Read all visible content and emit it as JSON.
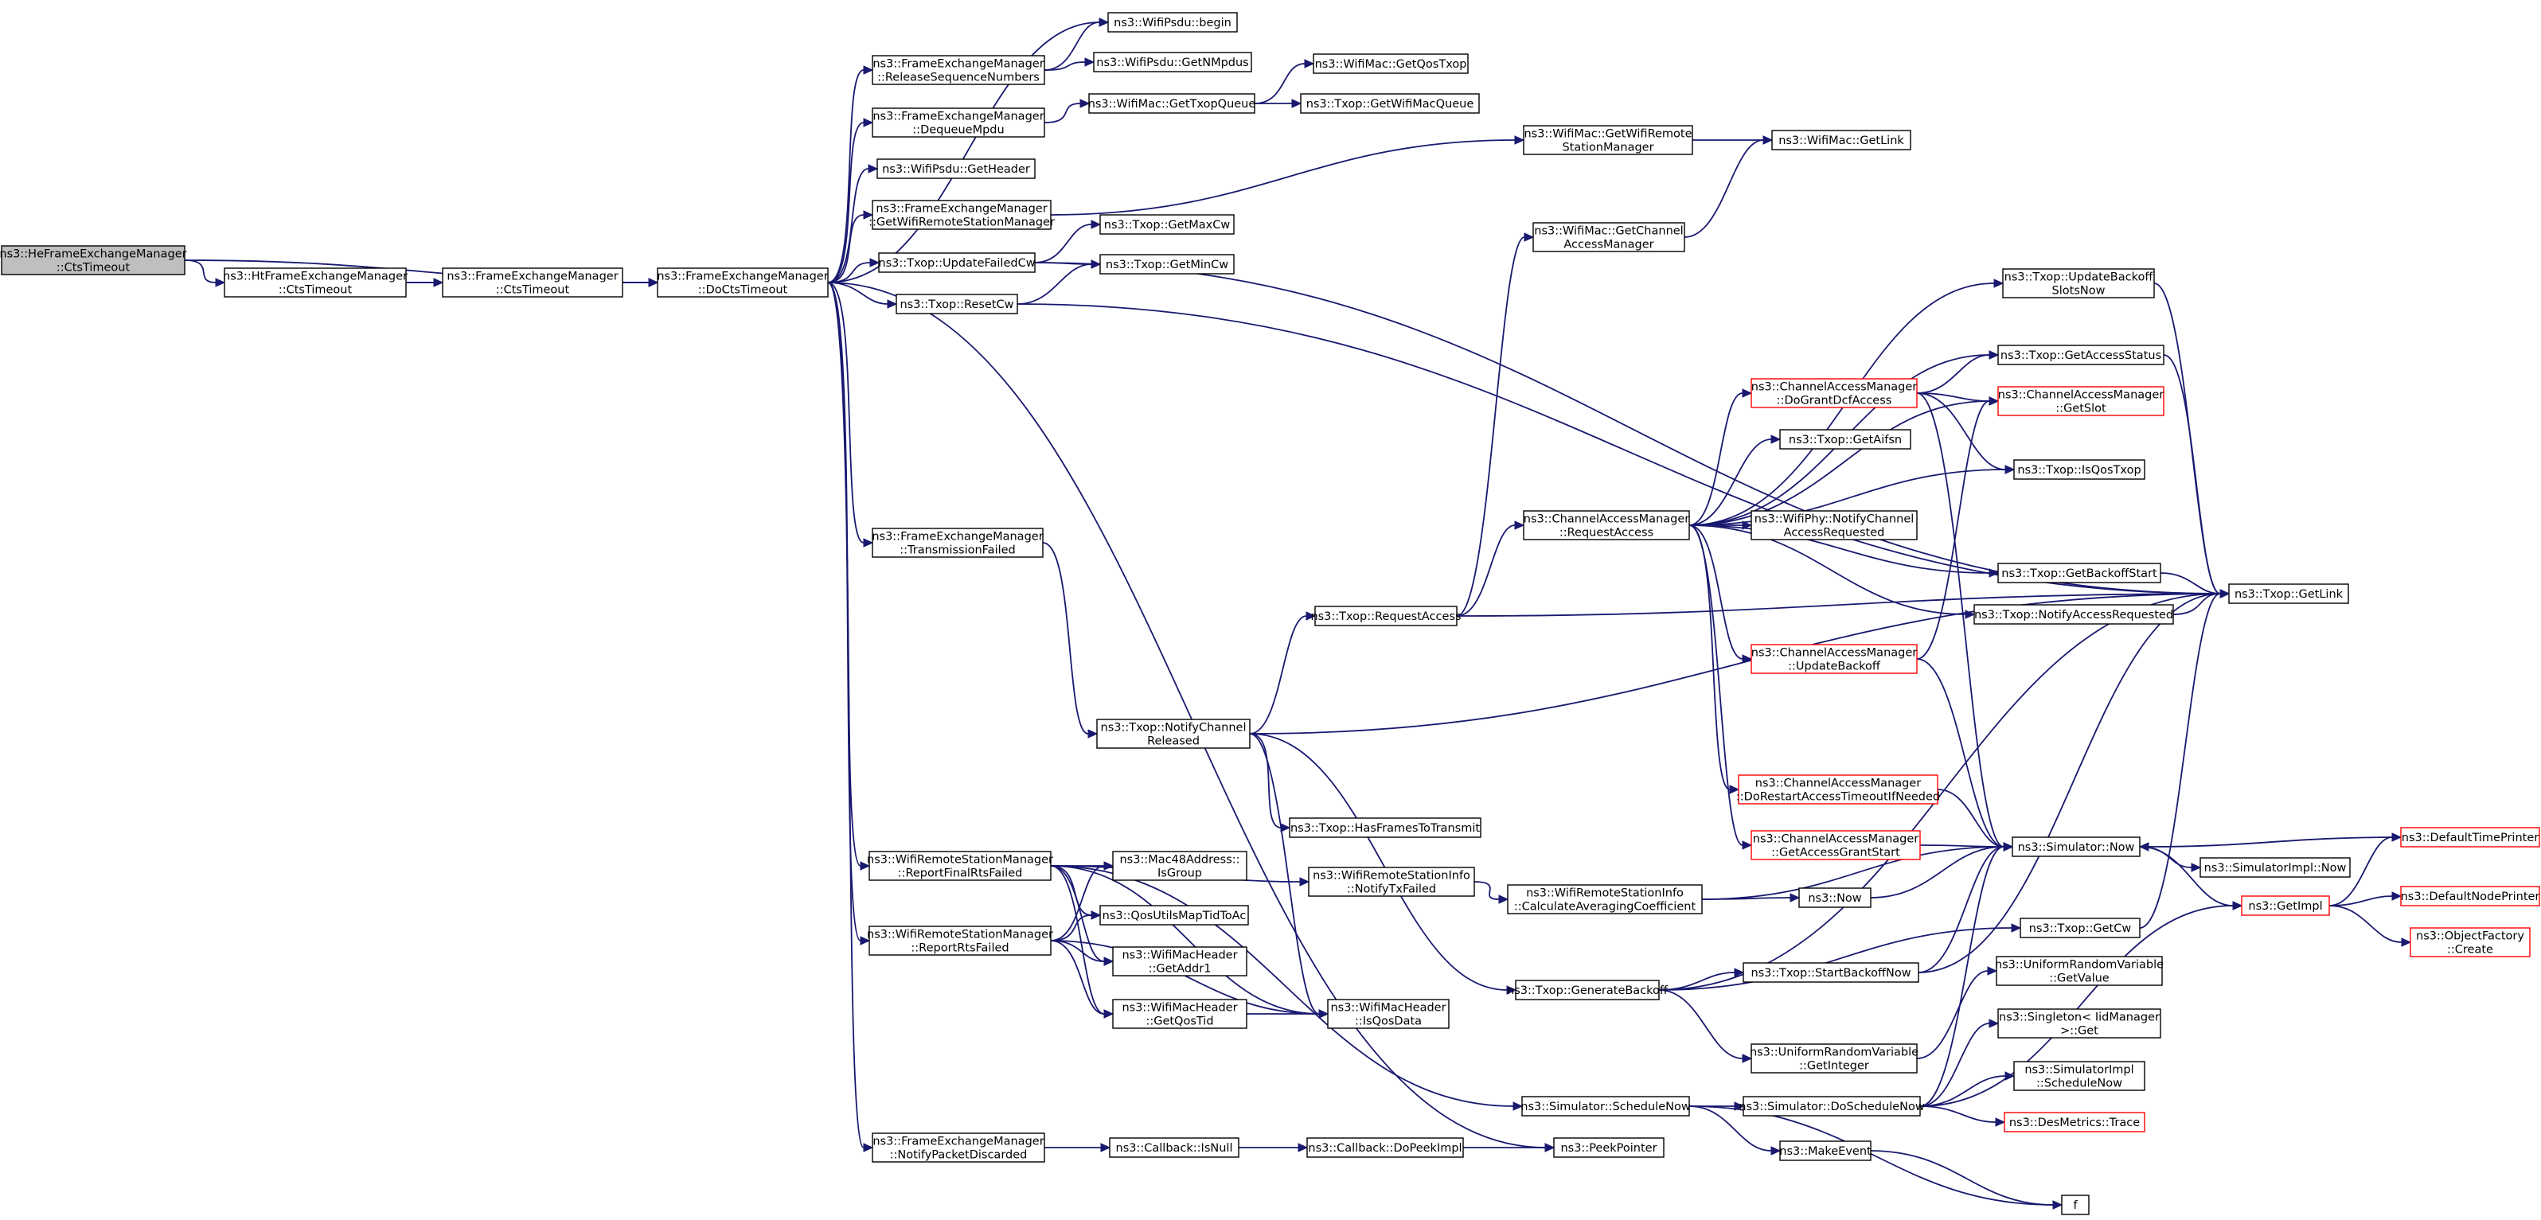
{
  "nodes": [
    {
      "id": "hects",
      "lines": [
        "ns3::HeFrameExchangeManager",
        "::CtsTimeout"
      ],
      "variant": "root"
    },
    {
      "id": "htcts",
      "lines": [
        "ns3::HtFrameExchangeManager",
        "::CtsTimeout"
      ],
      "variant": "normal"
    },
    {
      "id": "fects",
      "lines": [
        "ns3::FrameExchangeManager",
        "::CtsTimeout"
      ],
      "variant": "normal"
    },
    {
      "id": "docts",
      "lines": [
        "ns3::FrameExchangeManager",
        "::DoCtsTimeout"
      ],
      "variant": "normal"
    },
    {
      "id": "relseq",
      "lines": [
        "ns3::FrameExchangeManager",
        "::ReleaseSequenceNumbers"
      ],
      "variant": "normal"
    },
    {
      "id": "psdubegin",
      "lines": [
        "ns3::WifiPsdu::begin"
      ],
      "variant": "normal"
    },
    {
      "id": "getnmpdus",
      "lines": [
        "ns3::WifiPsdu::GetNMpdus"
      ],
      "variant": "normal"
    },
    {
      "id": "dequeue",
      "lines": [
        "ns3::FrameExchangeManager",
        "::DequeueMpdu"
      ],
      "variant": "normal"
    },
    {
      "id": "gettxopqueue",
      "lines": [
        "ns3::WifiMac::GetTxopQueue"
      ],
      "variant": "normal"
    },
    {
      "id": "getqostxop",
      "lines": [
        "ns3::WifiMac::GetQosTxop"
      ],
      "variant": "normal"
    },
    {
      "id": "getwifimacqueue",
      "lines": [
        "ns3::Txop::GetWifiMacQueue"
      ],
      "variant": "normal"
    },
    {
      "id": "getheader",
      "lines": [
        "ns3::WifiPsdu::GetHeader"
      ],
      "variant": "normal"
    },
    {
      "id": "fegetrsm",
      "lines": [
        "ns3::FrameExchangeManager",
        "::GetWifiRemoteStationManager"
      ],
      "variant": "normal"
    },
    {
      "id": "macgetrsm",
      "lines": [
        "ns3::WifiMac::GetWifiRemote",
        "StationManager"
      ],
      "variant": "normal"
    },
    {
      "id": "macgetlink",
      "lines": [
        "ns3::WifiMac::GetLink"
      ],
      "variant": "normal"
    },
    {
      "id": "updatefailedcw",
      "lines": [
        "ns3::Txop::UpdateFailedCw"
      ],
      "variant": "normal"
    },
    {
      "id": "getmaxcw",
      "lines": [
        "ns3::Txop::GetMaxCw"
      ],
      "variant": "normal"
    },
    {
      "id": "getmincw",
      "lines": [
        "ns3::Txop::GetMinCw"
      ],
      "variant": "normal"
    },
    {
      "id": "resetcw",
      "lines": [
        "ns3::Txop::ResetCw"
      ],
      "variant": "normal"
    },
    {
      "id": "macgetcam",
      "lines": [
        "ns3::WifiMac::GetChannel",
        "AccessManager"
      ],
      "variant": "normal"
    },
    {
      "id": "txopgetlink",
      "lines": [
        "ns3::Txop::GetLink"
      ],
      "variant": "normal"
    },
    {
      "id": "updatebackoffslots",
      "lines": [
        "ns3::Txop::UpdateBackoff",
        "SlotsNow"
      ],
      "variant": "normal"
    },
    {
      "id": "getaccessstatus",
      "lines": [
        "ns3::Txop::GetAccessStatus"
      ],
      "variant": "normal"
    },
    {
      "id": "dogrant",
      "lines": [
        "ns3::ChannelAccessManager",
        "::DoGrantDcfAccess"
      ],
      "variant": "red"
    },
    {
      "id": "getslot",
      "lines": [
        "ns3::ChannelAccessManager",
        "::GetSlot"
      ],
      "variant": "red"
    },
    {
      "id": "getaifsn",
      "lines": [
        "ns3::Txop::GetAifsn"
      ],
      "variant": "normal"
    },
    {
      "id": "isqostxop",
      "lines": [
        "ns3::Txop::IsQosTxop"
      ],
      "variant": "normal"
    },
    {
      "id": "camreqaccess",
      "lines": [
        "ns3::ChannelAccessManager",
        "::RequestAccess"
      ],
      "variant": "normal"
    },
    {
      "id": "phynotify",
      "lines": [
        "ns3::WifiPhy::NotifyChannel",
        "AccessRequested"
      ],
      "variant": "normal"
    },
    {
      "id": "getbackoffstart",
      "lines": [
        "ns3::Txop::GetBackoffStart"
      ],
      "variant": "normal"
    },
    {
      "id": "notifyaccessreq",
      "lines": [
        "ns3::Txop::NotifyAccessRequested"
      ],
      "variant": "normal"
    },
    {
      "id": "txfailed",
      "lines": [
        "ns3::FrameExchangeManager",
        "::TransmissionFailed"
      ],
      "variant": "normal"
    },
    {
      "id": "txopreqaccess",
      "lines": [
        "ns3::Txop::RequestAccess"
      ],
      "variant": "normal"
    },
    {
      "id": "updatebackoff",
      "lines": [
        "ns3::ChannelAccessManager",
        "::UpdateBackoff"
      ],
      "variant": "red"
    },
    {
      "id": "notifychanrel",
      "lines": [
        "ns3::Txop::NotifyChannel",
        "Released"
      ],
      "variant": "normal"
    },
    {
      "id": "dorestart",
      "lines": [
        "ns3::ChannelAccessManager",
        "::DoRestartAccessTimeoutIfNeeded"
      ],
      "variant": "red"
    },
    {
      "id": "hasframes",
      "lines": [
        "ns3::Txop::HasFramesToTransmit"
      ],
      "variant": "normal"
    },
    {
      "id": "getaccessgrantstart",
      "lines": [
        "ns3::ChannelAccessManager",
        "::GetAccessGrantStart"
      ],
      "variant": "red"
    },
    {
      "id": "simnow",
      "lines": [
        "ns3::Simulator::Now"
      ],
      "variant": "normal"
    },
    {
      "id": "defaulttimeprinter",
      "lines": [
        "ns3::DefaultTimePrinter"
      ],
      "variant": "red"
    },
    {
      "id": "reportfinalrts",
      "lines": [
        "ns3::WifiRemoteStationManager",
        "::ReportFinalRtsFailed"
      ],
      "variant": "normal"
    },
    {
      "id": "mac48isgroup",
      "lines": [
        "ns3::Mac48Address::",
        "IsGroup"
      ],
      "variant": "normal"
    },
    {
      "id": "rsinotifytx",
      "lines": [
        "ns3::WifiRemoteStationInfo",
        "::NotifyTxFailed"
      ],
      "variant": "normal"
    },
    {
      "id": "rsicalc",
      "lines": [
        "ns3::WifiRemoteStationInfo",
        "::CalculateAveragingCoefficient"
      ],
      "variant": "normal"
    },
    {
      "id": "ns3now",
      "lines": [
        "ns3::Now"
      ],
      "variant": "normal"
    },
    {
      "id": "simimplnow",
      "lines": [
        "ns3::SimulatorImpl::Now"
      ],
      "variant": "normal"
    },
    {
      "id": "qosutils",
      "lines": [
        "ns3::QosUtilsMapTidToAc"
      ],
      "variant": "normal"
    },
    {
      "id": "getimpl",
      "lines": [
        "ns3::GetImpl"
      ],
      "variant": "red"
    },
    {
      "id": "defaultnodeprinter",
      "lines": [
        "ns3::DefaultNodePrinter"
      ],
      "variant": "red"
    },
    {
      "id": "reportrts",
      "lines": [
        "ns3::WifiRemoteStationManager",
        "::ReportRtsFailed"
      ],
      "variant": "normal"
    },
    {
      "id": "getaddr1",
      "lines": [
        "ns3::WifiMacHeader",
        "::GetAddr1"
      ],
      "variant": "normal"
    },
    {
      "id": "txopgetcw",
      "lines": [
        "ns3::Txop::GetCw"
      ],
      "variant": "normal"
    },
    {
      "id": "objfactory",
      "lines": [
        "ns3::ObjectFactory",
        "::Create"
      ],
      "variant": "red"
    },
    {
      "id": "startbackoff",
      "lines": [
        "ns3::Txop::StartBackoffNow"
      ],
      "variant": "normal"
    },
    {
      "id": "urvgetvalue",
      "lines": [
        "ns3::UniformRandomVariable",
        "::GetValue"
      ],
      "variant": "normal"
    },
    {
      "id": "generatebackoff",
      "lines": [
        "ns3::Txop::GenerateBackoff"
      ],
      "variant": "normal"
    },
    {
      "id": "getqostid",
      "lines": [
        "ns3::WifiMacHeader",
        "::GetQosTid"
      ],
      "variant": "normal"
    },
    {
      "id": "isqosdata",
      "lines": [
        "ns3::WifiMacHeader",
        "::IsQosData"
      ],
      "variant": "normal"
    },
    {
      "id": "singletonget",
      "lines": [
        "ns3::Singleton< IidManager",
        ">::Get"
      ],
      "variant": "normal"
    },
    {
      "id": "urvgetinteger",
      "lines": [
        "ns3::UniformRandomVariable",
        "::GetInteger"
      ],
      "variant": "normal"
    },
    {
      "id": "simimplschedulenow",
      "lines": [
        "ns3::SimulatorImpl",
        "::ScheduleNow"
      ],
      "variant": "normal"
    },
    {
      "id": "simschedulenow",
      "lines": [
        "ns3::Simulator::ScheduleNow"
      ],
      "variant": "normal"
    },
    {
      "id": "simdoschedulenow",
      "lines": [
        "ns3::Simulator::DoScheduleNow"
      ],
      "variant": "normal"
    },
    {
      "id": "desmetrics",
      "lines": [
        "ns3::DesMetrics::Trace"
      ],
      "variant": "red"
    },
    {
      "id": "notifypktdiscarded",
      "lines": [
        "ns3::FrameExchangeManager",
        "::NotifyPacketDiscarded"
      ],
      "variant": "normal"
    },
    {
      "id": "cbisnull",
      "lines": [
        "ns3::Callback::IsNull"
      ],
      "variant": "normal"
    },
    {
      "id": "cbdopeekimpl",
      "lines": [
        "ns3::Callback::DoPeekImpl"
      ],
      "variant": "normal"
    },
    {
      "id": "peekpointer",
      "lines": [
        "ns3::PeekPointer"
      ],
      "variant": "normal"
    },
    {
      "id": "makeevent",
      "lines": [
        "ns3::MakeEvent"
      ],
      "variant": "normal"
    },
    {
      "id": "f",
      "lines": [
        "f"
      ],
      "variant": "normal"
    }
  ],
  "edges": [
    [
      "hects",
      "htcts"
    ],
    [
      "hects",
      "docts"
    ],
    [
      "htcts",
      "fects"
    ],
    [
      "htcts",
      "docts"
    ],
    [
      "fects",
      "docts"
    ],
    [
      "docts",
      "relseq"
    ],
    [
      "docts",
      "psdubegin"
    ],
    [
      "docts",
      "dequeue"
    ],
    [
      "docts",
      "getheader"
    ],
    [
      "docts",
      "fegetrsm"
    ],
    [
      "docts",
      "updatefailedcw"
    ],
    [
      "docts",
      "resetcw"
    ],
    [
      "docts",
      "txfailed"
    ],
    [
      "docts",
      "reportfinalrts"
    ],
    [
      "docts",
      "reportrts"
    ],
    [
      "docts",
      "notifypktdiscarded"
    ],
    [
      "docts",
      "peekpointer"
    ],
    [
      "relseq",
      "psdubegin"
    ],
    [
      "relseq",
      "getnmpdus"
    ],
    [
      "dequeue",
      "gettxopqueue"
    ],
    [
      "gettxopqueue",
      "getqostxop"
    ],
    [
      "gettxopqueue",
      "getwifimacqueue"
    ],
    [
      "fegetrsm",
      "macgetrsm"
    ],
    [
      "macgetrsm",
      "macgetlink"
    ],
    [
      "updatefailedcw",
      "getmaxcw"
    ],
    [
      "updatefailedcw",
      "getmincw"
    ],
    [
      "updatefailedcw",
      "txopgetlink"
    ],
    [
      "resetcw",
      "getmincw"
    ],
    [
      "resetcw",
      "txopgetlink"
    ],
    [
      "macgetcam",
      "macgetlink"
    ],
    [
      "updatebackoffslots",
      "txopgetlink"
    ],
    [
      "getaccessstatus",
      "txopgetlink"
    ],
    [
      "dogrant",
      "getaccessstatus"
    ],
    [
      "dogrant",
      "getslot"
    ],
    [
      "dogrant",
      "isqostxop"
    ],
    [
      "dogrant",
      "simnow"
    ],
    [
      "camreqaccess",
      "updatebackoffslots"
    ],
    [
      "camreqaccess",
      "getaccessstatus"
    ],
    [
      "camreqaccess",
      "dogrant"
    ],
    [
      "camreqaccess",
      "getslot"
    ],
    [
      "camreqaccess",
      "getaifsn"
    ],
    [
      "camreqaccess",
      "isqostxop"
    ],
    [
      "camreqaccess",
      "phynotify"
    ],
    [
      "camreqaccess",
      "getbackoffstart"
    ],
    [
      "camreqaccess",
      "notifyaccessreq"
    ],
    [
      "camreqaccess",
      "updatebackoff"
    ],
    [
      "camreqaccess",
      "dorestart"
    ],
    [
      "camreqaccess",
      "getaccessgrantstart"
    ],
    [
      "getbackoffstart",
      "txopgetlink"
    ],
    [
      "notifyaccessreq",
      "txopgetlink"
    ],
    [
      "txfailed",
      "notifychanrel"
    ],
    [
      "txopreqaccess",
      "macgetcam"
    ],
    [
      "txopreqaccess",
      "camreqaccess"
    ],
    [
      "txopreqaccess",
      "txopgetlink"
    ],
    [
      "updatebackoff",
      "getslot"
    ],
    [
      "updatebackoff",
      "simnow"
    ],
    [
      "notifychanrel",
      "txopreqaccess"
    ],
    [
      "notifychanrel",
      "hasframes"
    ],
    [
      "notifychanrel",
      "txopgetlink"
    ],
    [
      "notifychanrel",
      "generatebackoff"
    ],
    [
      "notifychanrel",
      "isqosdata"
    ],
    [
      "dorestart",
      "simnow"
    ],
    [
      "getaccessgrantstart",
      "simnow"
    ],
    [
      "simnow",
      "simimplnow"
    ],
    [
      "simnow",
      "getimpl"
    ],
    [
      "defaulttimeprinter",
      "simnow"
    ],
    [
      "reportfinalrts",
      "mac48isgroup"
    ],
    [
      "reportfinalrts",
      "rsinotifytx"
    ],
    [
      "reportfinalrts",
      "qosutils"
    ],
    [
      "reportfinalrts",
      "getaddr1"
    ],
    [
      "reportfinalrts",
      "getqostid"
    ],
    [
      "reportfinalrts",
      "isqosdata"
    ],
    [
      "reportfinalrts",
      "simschedulenow"
    ],
    [
      "rsinotifytx",
      "rsicalc"
    ],
    [
      "rsicalc",
      "ns3now"
    ],
    [
      "rsicalc",
      "simnow"
    ],
    [
      "ns3now",
      "simnow"
    ],
    [
      "getimpl",
      "defaulttimeprinter"
    ],
    [
      "getimpl",
      "defaultnodeprinter"
    ],
    [
      "getimpl",
      "objfactory"
    ],
    [
      "reportrts",
      "mac48isgroup"
    ],
    [
      "reportrts",
      "qosutils"
    ],
    [
      "reportrts",
      "getaddr1"
    ],
    [
      "reportrts",
      "getqostid"
    ],
    [
      "reportrts",
      "isqosdata"
    ],
    [
      "getqostid",
      "isqosdata"
    ],
    [
      "txopgetcw",
      "txopgetlink"
    ],
    [
      "startbackoff",
      "simnow"
    ],
    [
      "startbackoff",
      "txopgetlink"
    ],
    [
      "generatebackoff",
      "startbackoff"
    ],
    [
      "generatebackoff",
      "urvgetinteger"
    ],
    [
      "generatebackoff",
      "txopgetcw"
    ],
    [
      "generatebackoff",
      "txopgetlink"
    ],
    [
      "urvgetinteger",
      "urvgetvalue"
    ],
    [
      "simschedulenow",
      "simdoschedulenow"
    ],
    [
      "simschedulenow",
      "makeevent"
    ],
    [
      "simschedulenow",
      "f"
    ],
    [
      "simdoschedulenow",
      "singletonget"
    ],
    [
      "simdoschedulenow",
      "simimplschedulenow"
    ],
    [
      "simdoschedulenow",
      "desmetrics"
    ],
    [
      "simdoschedulenow",
      "simnow"
    ],
    [
      "simdoschedulenow",
      "getimpl"
    ],
    [
      "notifypktdiscarded",
      "cbisnull"
    ],
    [
      "cbisnull",
      "cbdopeekimpl"
    ],
    [
      "cbdopeekimpl",
      "peekpointer"
    ],
    [
      "makeevent",
      "f"
    ]
  ]
}
